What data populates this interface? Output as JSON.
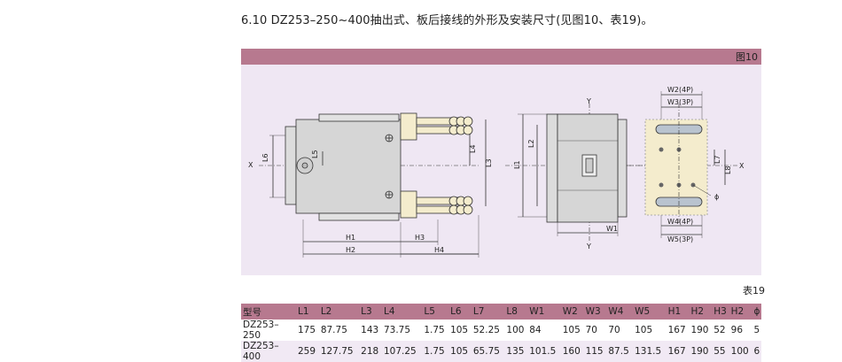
{
  "heading": "6.10 DZ253–250~400抽出式、板后接线的外形及安装尺寸(见图10、表19)。",
  "figure": {
    "label": "图10",
    "dims": {
      "L1": "L1",
      "L2": "L2",
      "L3": "L3",
      "L4": "L4",
      "L5": "L5",
      "L6": "L6",
      "L7": "L7",
      "L8": "L8",
      "H1": "H1",
      "H2": "H2",
      "H3": "H3",
      "H4": "H4",
      "W1": "W1",
      "W2": "W2(4P)",
      "W3": "W3(3P)",
      "W4": "W4(4P)",
      "W5": "W5(3P)",
      "X": "X",
      "Y": "Y",
      "phi": "ϕ"
    }
  },
  "table": {
    "label": "表19",
    "headers": [
      "型号",
      "L1",
      "L2",
      "L3",
      "L4",
      "L5",
      "L6",
      "L7",
      "L8",
      "W1",
      "W2",
      "W3",
      "W4",
      "W5",
      "H1",
      "H2",
      "H3",
      "H2",
      "ϕ"
    ],
    "rows": [
      [
        "DZ253–250",
        "175",
        "87.75",
        "143",
        "73.75",
        "1.75",
        "105",
        "52.25",
        "100",
        "84",
        "105",
        "70",
        "70",
        "105",
        "167",
        "190",
        "52",
        "96",
        "5"
      ],
      [
        "DZ253–400",
        "259",
        "127.75",
        "218",
        "107.25",
        "1.75",
        "105",
        "65.75",
        "135",
        "101.5",
        "160",
        "115",
        "87.5",
        "131.5",
        "167",
        "190",
        "55",
        "100",
        "6"
      ]
    ]
  },
  "colors": {
    "bar": "#b7798f",
    "panel": "#efe7f3",
    "body": "#d6d6d6",
    "terminal": "#f4eccd"
  }
}
